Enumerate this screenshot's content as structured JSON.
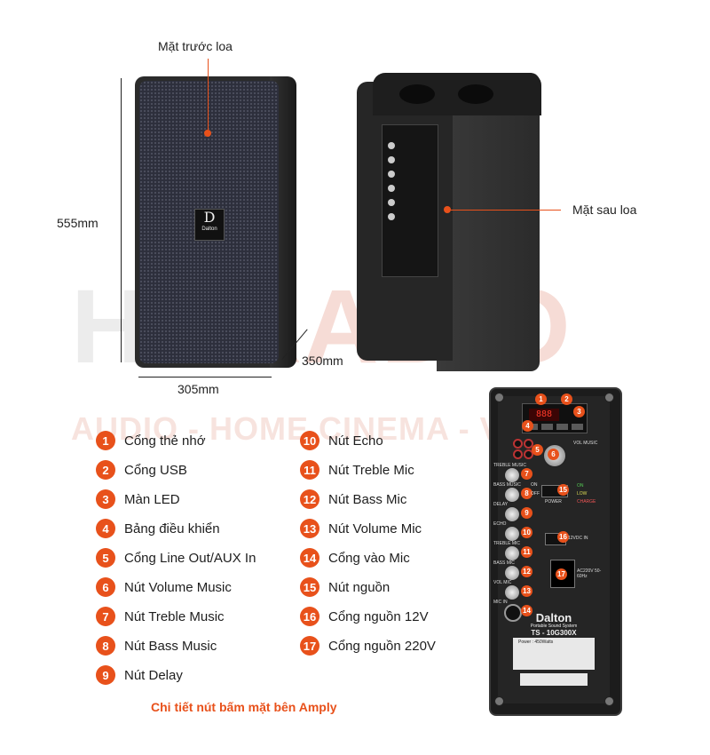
{
  "watermark": {
    "text1": "HD",
    "text2": "RADIO",
    "subtitle": "AUDIO - HOME CINEMA - V   LE"
  },
  "callouts": {
    "front": "Mặt trước loa",
    "rear": "Mặt sau loa"
  },
  "dimensions": {
    "height": "555mm",
    "width": "305mm",
    "depth": "350mm"
  },
  "logo": {
    "mark": "D",
    "word": "Dalton"
  },
  "legend_left": [
    {
      "num": "1",
      "label": "Cổng thẻ nhớ"
    },
    {
      "num": "2",
      "label": "Cổng USB"
    },
    {
      "num": "3",
      "label": "Màn LED"
    },
    {
      "num": "4",
      "label": "Bảng điều khiển"
    },
    {
      "num": "5",
      "label": "Cổng Line Out/AUX In"
    },
    {
      "num": "6",
      "label": "Nút Volume Music"
    },
    {
      "num": "7",
      "label": "Nút Treble Music"
    },
    {
      "num": "8",
      "label": "Nút Bass Music"
    },
    {
      "num": "9",
      "label": "Nút Delay"
    }
  ],
  "legend_right": [
    {
      "num": "10",
      "label": "Nút Echo"
    },
    {
      "num": "11",
      "label": "Nút Treble Mic"
    },
    {
      "num": "12",
      "label": "Nút Bass Mic"
    },
    {
      "num": "13",
      "label": "Nút Volume Mic"
    },
    {
      "num": "14",
      "label": "Cổng vào Mic"
    },
    {
      "num": "15",
      "label": "Nút nguồn"
    },
    {
      "num": "16",
      "label": "Cổng nguồn 12V"
    },
    {
      "num": "17",
      "label": "Cổng nguồn 220V"
    }
  ],
  "caption": "Chi tiết nút bấm mặt bên Amply",
  "amp": {
    "led": "888",
    "brand": "Dalton",
    "subtitle": "Portable Sound System",
    "model": "TS - 10G300X",
    "power": "Power : 450Watts",
    "vol_music": "VOL MUSIC",
    "power_label": "POWER",
    "on": "ON",
    "off": "OFF",
    "low": "LOW",
    "charge": "CHARGE",
    "dc": "12VDC IN",
    "ac": "AC220V 50-60Hz",
    "knob_labels": [
      "TREBLE MUSIC",
      "BASS MUSIC",
      "DELAY",
      "ECHO",
      "TREBLE MIC",
      "BASS MIC",
      "VOL MIC",
      "MIC IN"
    ],
    "badges": [
      "1",
      "2",
      "3",
      "4",
      "5",
      "6",
      "7",
      "8",
      "9",
      "10",
      "11",
      "12",
      "13",
      "14",
      "15",
      "16",
      "17"
    ]
  }
}
